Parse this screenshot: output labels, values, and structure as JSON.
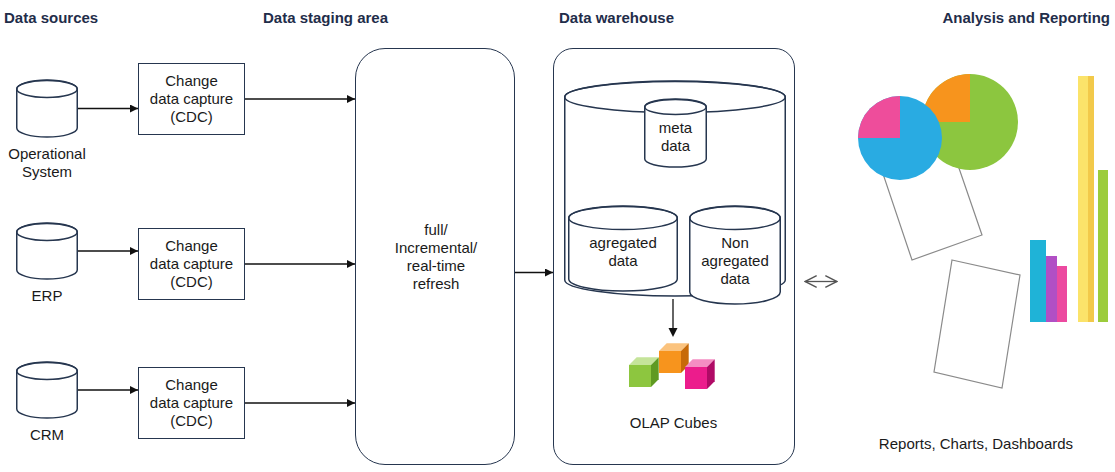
{
  "diagram": {
    "nodes": [
      {
        "text": [
          "Operational System"
        ]
      },
      {
        "text": [
          "Change data capture (CDC)"
        ]
      },
      {
        "text": [
          "ERP"
        ]
      },
      {
        "text": [
          "Change data capture (CDC)"
        ]
      },
      {
        "text": [
          "CRM"
        ]
      },
      {
        "text": [
          "Change data capture (CDC)"
        ]
      },
      {
        "text": [
          "Data staging area",
          "full/ Incremental/ real-time refresh"
        ]
      },
      {
        "text": [
          "Data warehouse"
        ]
      },
      {
        "text": [
          "meta data"
        ],
        "in": 7
      },
      {
        "text": [
          "agregated data"
        ],
        "in": 7
      },
      {
        "text": [
          "Non agregated data"
        ],
        "in": 7
      },
      {
        "text": [
          "OLAP Cubes"
        ],
        "in": 7
      },
      {
        "text": [
          "Reports, Charts, Dashboards"
        ]
      }
    ],
    "edges": [
      {
        "from": 0,
        "to": 1,
        "arrow": "to"
      },
      {
        "from": 2,
        "to": 3,
        "arrow": "to"
      },
      {
        "from": 4,
        "to": 5,
        "arrow": "to"
      },
      {
        "from": 1,
        "to": 6,
        "arrow": "to"
      },
      {
        "from": 3,
        "to": 6,
        "arrow": "to"
      },
      {
        "from": 5,
        "to": 6,
        "arrow": "to"
      },
      {
        "from": 6,
        "to": 7,
        "arrow": "to"
      },
      {
        "from": 7,
        "to": 12,
        "arrow": "both"
      }
    ],
    "labels": [
      "Data sources",
      "Analysis and Reporting"
    ]
  }
}
